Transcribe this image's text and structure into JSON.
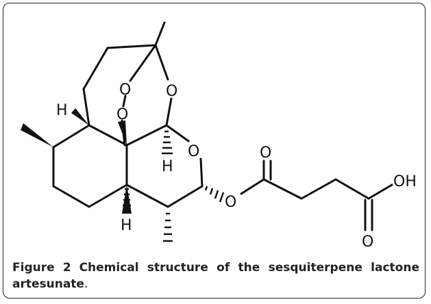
{
  "figure": {
    "label": "Figure 2",
    "caption_bold": "Chemical structure of the sesquiterpene lactone artesunate",
    "caption_end": "."
  },
  "atoms": {
    "o_peroxide_1": "O",
    "o_peroxide_2": "O",
    "o_bridge": "O",
    "o_ring": "O",
    "o_ester": "O",
    "o_carbonyl_1": "O",
    "o_carbonyl_2": "O",
    "oh": "OH",
    "h_1": "H",
    "h_2": "H",
    "h_3": "H"
  }
}
